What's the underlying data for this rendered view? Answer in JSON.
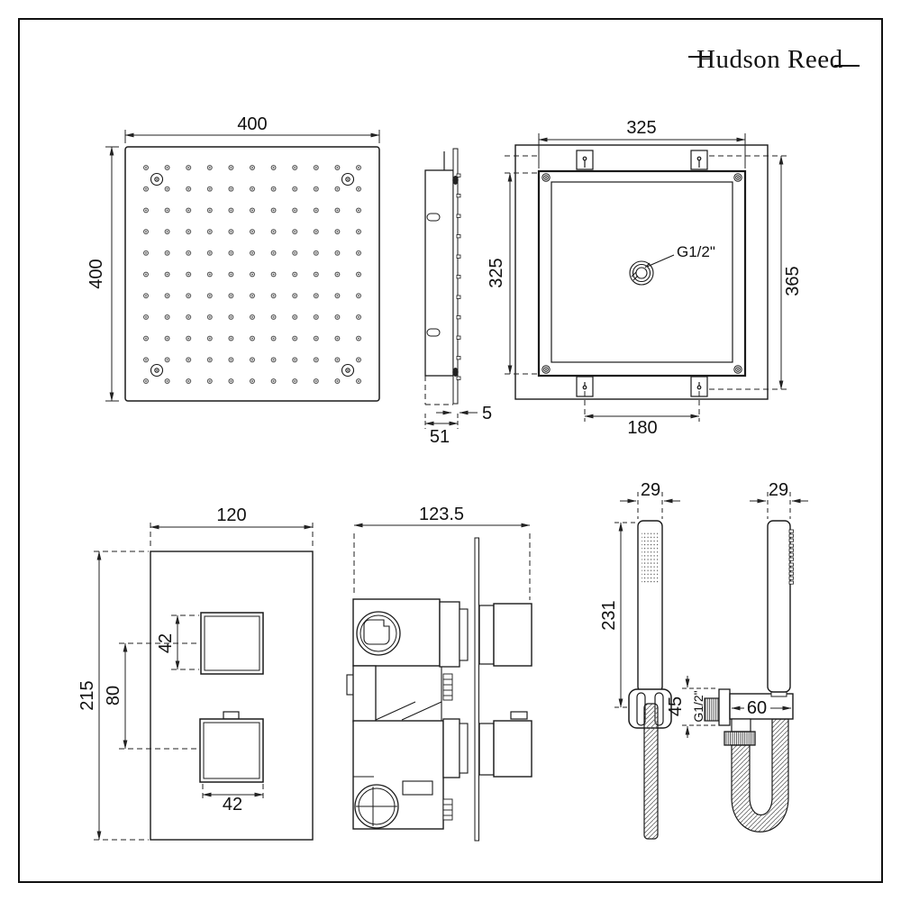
{
  "brand": {
    "name": "Hudson Reed"
  },
  "views": {
    "head_front": {
      "width": "400",
      "height": "400"
    },
    "head_side": {
      "plate_thickness": "5",
      "depth": "51"
    },
    "frame_back": {
      "width": "325",
      "height": "325",
      "overall_height": "365",
      "bracket_spacing": "180",
      "connection": "G1/2\""
    },
    "valve_front": {
      "width": "120",
      "height": "215",
      "handle_size": "42",
      "handle_spacing": "80",
      "handle_width": "42"
    },
    "valve_side": {
      "depth": "123.5"
    },
    "handset_front": {
      "width": "29",
      "length": "231",
      "bracket_height": "45"
    },
    "handset_side": {
      "width": "29",
      "outlet_depth": "60",
      "thread": "G1/2\""
    }
  }
}
